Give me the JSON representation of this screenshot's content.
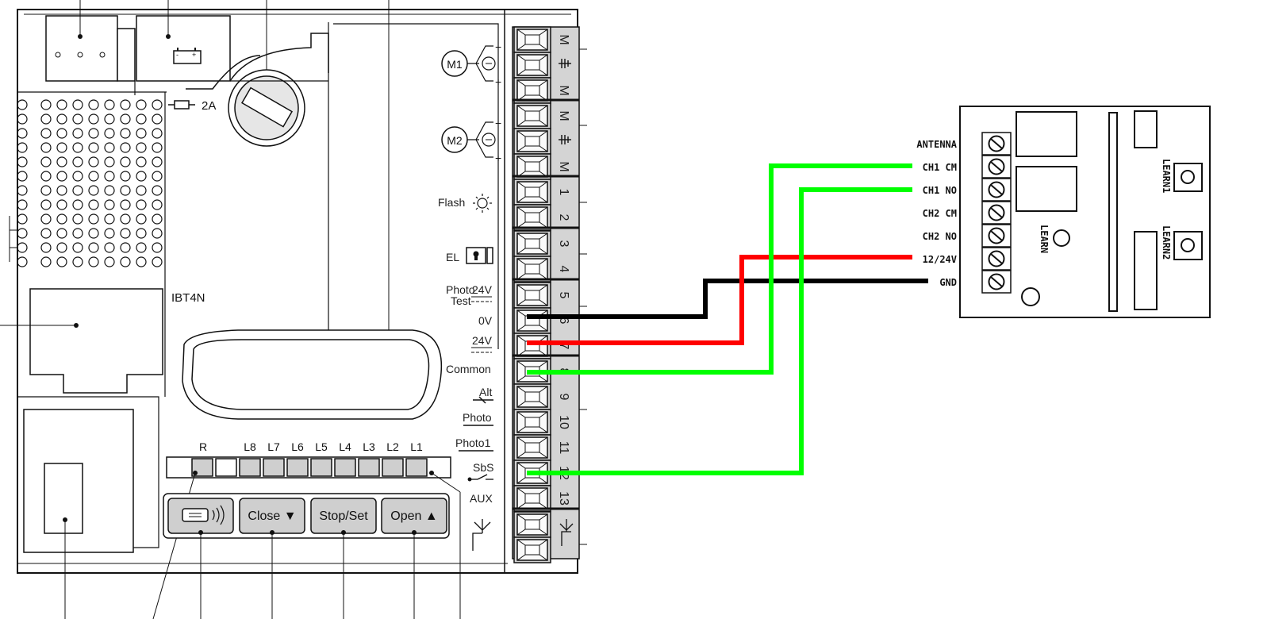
{
  "board": {
    "model": "IBT4N",
    "fuse": "2A",
    "motor1": "M1",
    "motor2": "M2",
    "motor_plus": "+",
    "motor_minus": "−",
    "term_m": "M",
    "led_r": "R",
    "leds": [
      "L8",
      "L7",
      "L6",
      "L5",
      "L4",
      "L3",
      "L2",
      "L1"
    ],
    "buttons": {
      "close": "Close ▼",
      "stopset": "Stop/Set",
      "open": "Open ▲"
    },
    "terminal_numbers": [
      "1",
      "2",
      "3",
      "4",
      "5",
      "6",
      "7",
      "8",
      "9",
      "10",
      "11",
      "12",
      "13"
    ],
    "side_labels": {
      "flash": "Flash",
      "el": "EL",
      "photo_test_1": "Photo",
      "photo_test_2": "Test",
      "v24a": "24V",
      "v0": "0V",
      "v24b": "24V",
      "common": "Common",
      "alt": "Alt",
      "photo": "Photo",
      "photo1": "Photo1",
      "sbs": "SbS",
      "aux": "AUX"
    }
  },
  "receiver": {
    "terminals": [
      "ANTENNA",
      "CH1 CM",
      "CH1 NO",
      "CH2 CM",
      "CH2 NO",
      "12/24V",
      "GND"
    ],
    "learn": "LEARN",
    "learn1": "LEARN1",
    "learn2": "LEARN2"
  },
  "wires": [
    {
      "from": "GND",
      "to": "0V",
      "color": "#000000"
    },
    {
      "from": "12/24V",
      "to": "24V",
      "color": "#ff0000"
    },
    {
      "from": "CH1 CM",
      "to": "Common",
      "color": "#00ff00"
    },
    {
      "from": "CH1 NO",
      "to": "SbS",
      "color": "#00ff00"
    }
  ]
}
